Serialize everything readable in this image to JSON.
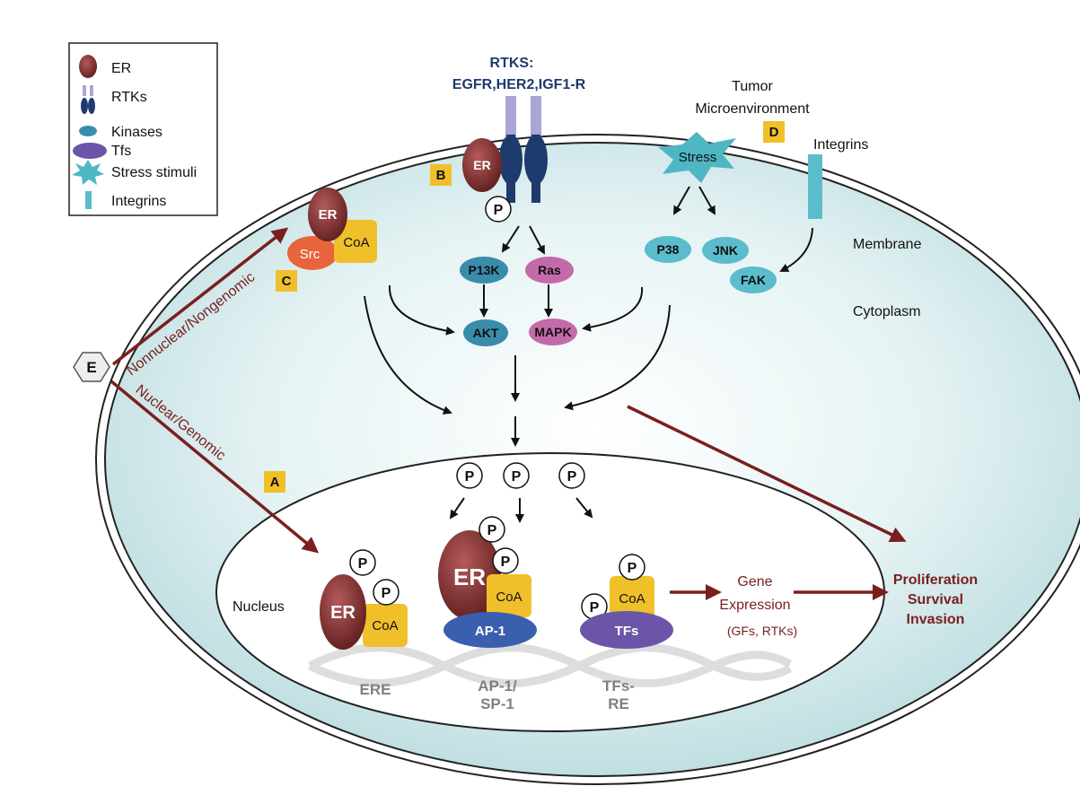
{
  "legend": {
    "items": [
      {
        "label": "ER",
        "icon": "er-icon"
      },
      {
        "label": "RTKs",
        "icon": "rtk-icon"
      },
      {
        "label": "Kinases",
        "icon": "kinase-icon"
      },
      {
        "label": "Tfs",
        "icon": "tf-icon"
      },
      {
        "label": "Stress stimuli",
        "icon": "stress-icon"
      },
      {
        "label": "Integrins",
        "icon": "integrin-icon"
      }
    ]
  },
  "rtks": {
    "title": "RTKS:",
    "members": "EGFR,HER2,IGF1-R"
  },
  "tumor": {
    "line1": "Tumor",
    "line2": "Microenvironment"
  },
  "integrins_label": "Integrins",
  "membrane_label": "Membrane",
  "cytoplasm_label": "Cytoplasm",
  "nucleus_label": "Nucleus",
  "boxes": {
    "a": "A",
    "b": "B",
    "c": "C",
    "d": "D",
    "e": "E"
  },
  "pathways": {
    "nonnuclear": "Nonnuclear/Nongenomic",
    "nuclear": "Nuclear/Genomic"
  },
  "molecules": {
    "er": "ER",
    "src": "Src",
    "coa": "CoA",
    "p": "P",
    "p13k": "P13K",
    "ras": "Ras",
    "akt": "AKT",
    "mapk": "MAPK",
    "stress": "Stress",
    "p38": "P38",
    "jnk": "JNK",
    "fak": "FAK",
    "ap1": "AP-1",
    "tfs": "TFs"
  },
  "elements": {
    "ere": "ERE",
    "ap1_line1": "AP-1/",
    "ap1_line2": "SP-1",
    "tfs_line1": "TFs-",
    "tfs_line2": "RE"
  },
  "gene": {
    "line1": "Gene",
    "line2": "Expression",
    "sub": "(GFs, RTKs)"
  },
  "outcome": {
    "line1": "Proliferation",
    "line2": "Survival",
    "line3": "Invasion"
  },
  "colors": {
    "er": "#7a2e2e",
    "rtk": "#1e3a6e",
    "kinase": "#3a8cab",
    "tf": "#6b55a8",
    "stress": "#4fb6c4",
    "integrin": "#5bbccc",
    "coa": "#f0c02a",
    "src": "#e8643a",
    "ras": "#c46aaa",
    "ap1": "#3a5fae",
    "dark_red": "#7a1f1f",
    "label_box": "#f0c02a",
    "cell_fill": "#cfe7ea",
    "nucleus_fill": "#ffffff"
  }
}
